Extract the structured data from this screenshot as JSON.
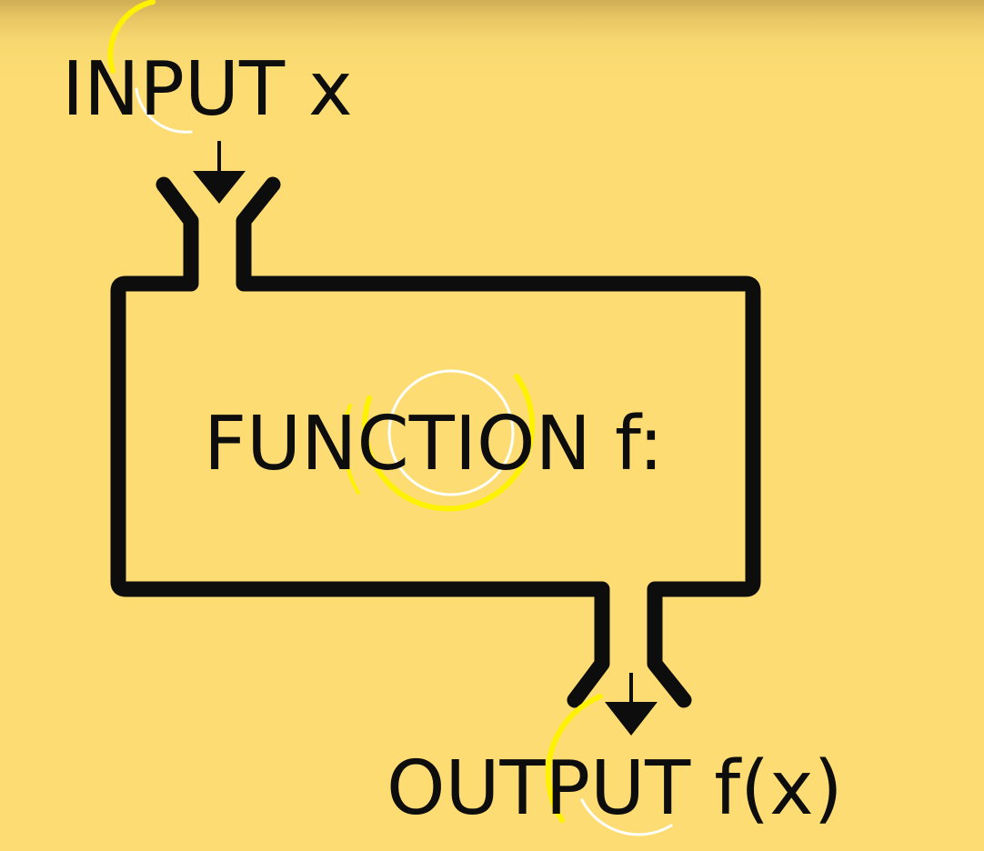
{
  "diagram": {
    "input_label": "INPUT x",
    "function_label": "FUNCTION f:",
    "output_label": "OUTPUT f(x)"
  },
  "colors": {
    "background": "#FDDD73",
    "stroke": "#0d0d0d",
    "highlight_yellow": "#FFF200",
    "highlight_white": "#FFFFFF"
  }
}
